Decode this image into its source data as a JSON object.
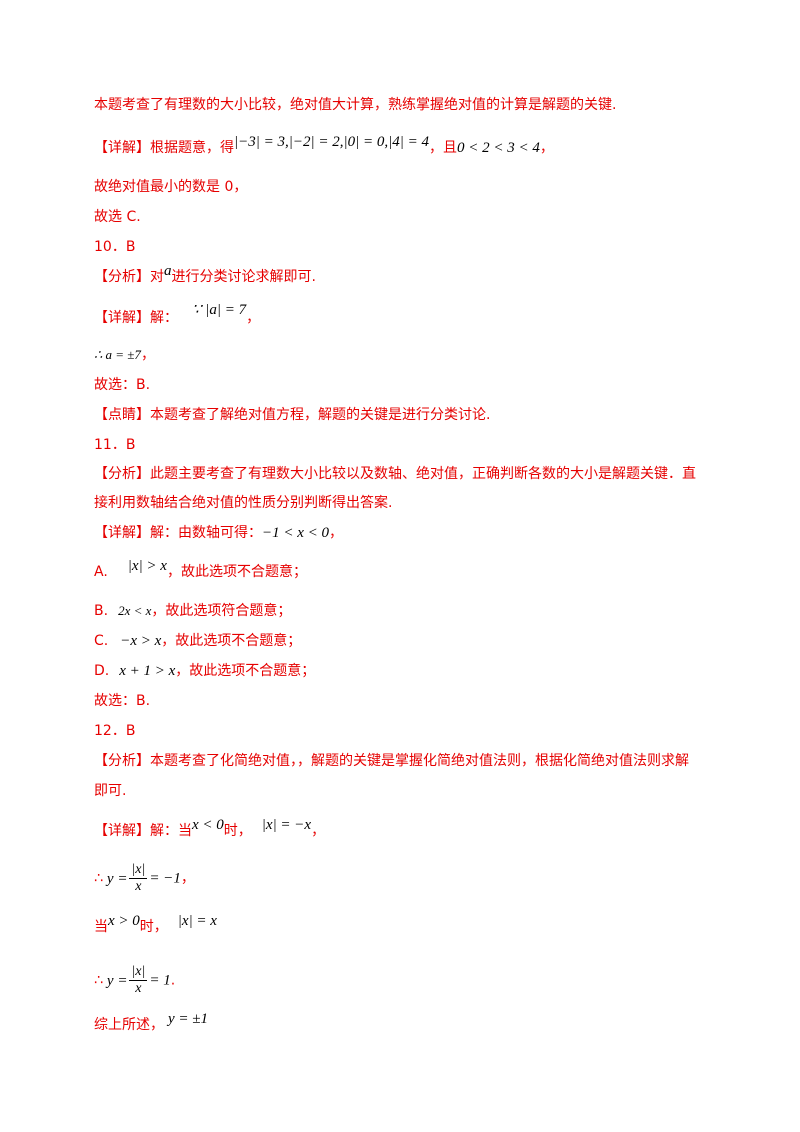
{
  "lines": {
    "l1": "本题考查了有理数的大小比较，绝对值大计算，熟练掌握绝对值的计算是解题的关键.",
    "l2_a": "【详解】根据题意，得",
    "l2_m1": "|−3| = 3,|−2| = 2,|0| = 0,|4| = 4",
    "l2_b": "，且",
    "l2_m2": "0 < 2 < 3 < 4",
    "l2_c": "，",
    "l3": "故绝对值最小的数是 0，",
    "l4": "故选 C.",
    "q10": "10．B",
    "l5_a": "【分析】对",
    "l5_m": "a",
    "l5_b": "进行分类讨论求解即可.",
    "l6_a": "【详解】解：",
    "l6_m": "∵ |a| = 7",
    "l6_b": "，",
    "l7_m": "∴ a = ±7",
    "l7_b": "，",
    "l8": "故选：B.",
    "l9": "【点睛】本题考查了解绝对值方程，解题的关键是进行分类讨论.",
    "q11": "11．B",
    "l10": "【分析】此题主要考查了有理数大小比较以及数轴、绝对值，正确判断各数的大小是解题关键．直",
    "l11": "接利用数轴结合绝对值的性质分别判断得出答案.",
    "l12_a": "【详解】解：由数轴可得：",
    "l12_m": "−1 < x < 0",
    "l12_b": "，",
    "oA_a": "A.",
    "oA_m": "|x| > x",
    "oA_b": "，故此选项不合题意；",
    "oB_a": "B.",
    "oB_m": "2x < x",
    "oB_b": "，故此选项符合题意；",
    "oC_a": "C.",
    "oC_m": "−x > x",
    "oC_b": "，故此选项不合题意；",
    "oD_a": "D.",
    "oD_m": "x + 1 > x",
    "oD_b": "，故此选项不合题意；",
    "l13": "故选：B.",
    "q12": "12．B",
    "l14": "【分析】本题考查了化简绝对值，，解题的关键是掌握化简绝对值法则，根据化简绝对值法则求解",
    "l15": "即可.",
    "l16_a": "【详解】解：当",
    "l16_m1": "x < 0",
    "l16_b": "时，",
    "l16_m2": "|x| = −x",
    "l16_c": "，",
    "l17_a": "∴",
    "l17_y": "y =",
    "l17_num": "|x|",
    "l17_den": "x",
    "l17_r": "= −1",
    "l17_b": "，",
    "l18_a": "当",
    "l18_m1": "x > 0",
    "l18_b": "时，",
    "l18_m2": "|x| = x",
    "l19_a": "∴",
    "l19_y": "y =",
    "l19_num": "|x|",
    "l19_den": "x",
    "l19_r": "= 1",
    "l19_b": ".",
    "l20_a": "综上所述，",
    "l20_m": "y = ±1"
  }
}
